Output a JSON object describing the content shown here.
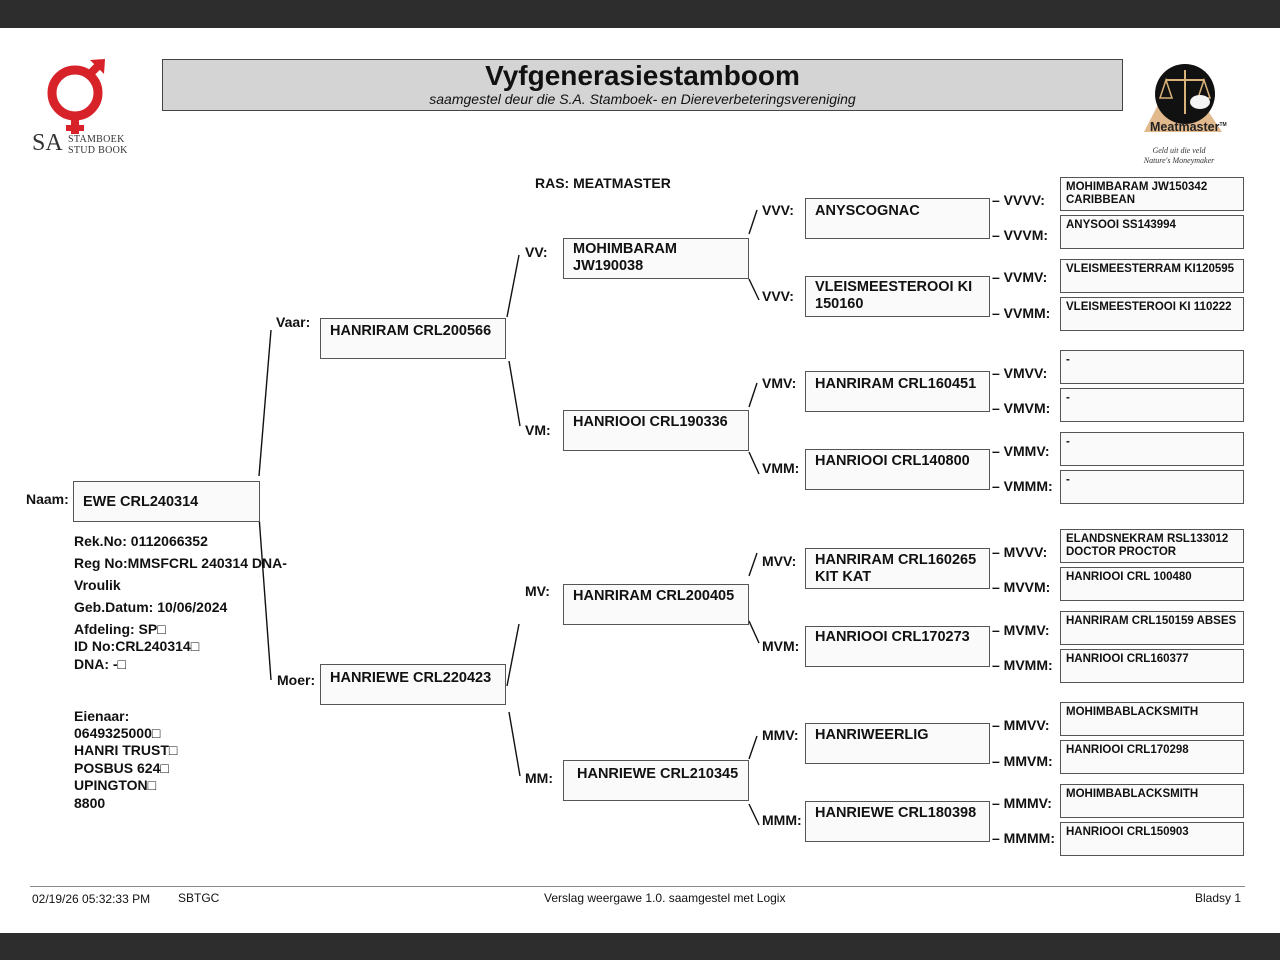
{
  "header": {
    "title": "Vyfgenerasiestamboom",
    "subtitle": "saamgestel deur die S.A. Stamboek- en Diereverbeteringsvereniging",
    "left_logo": {
      "line1_big": "SA",
      "line2": "STAMBOEK",
      "line3": "STUD BOOK"
    },
    "right_logo": {
      "brand": "Meatmaster",
      "tm": "TM",
      "slogan1": "Geld uit die veld",
      "slogan2": "Nature's Moneymaker"
    },
    "breed": "RAS: MEATMASTER"
  },
  "animal": {
    "label": "Naam:",
    "name": "EWE CRL240314",
    "info_lines": [
      "Rek.No: 0112066352",
      "Reg No:MMSFCRL 240314 DNA-",
      "Vroulik",
      "Geb.Datum: 10/06/2024",
      "Afdeling: SP□",
      "ID No:CRL240314□",
      "DNA: -□"
    ],
    "owner_lines": [
      "Eienaar:",
      "0649325000□",
      "HANRI TRUST□",
      "POSBUS 624□",
      "UPINGTON□",
      "8800"
    ]
  },
  "gen2": [
    {
      "label": "Vaar:",
      "name": "HANRIRAM CRL200566"
    },
    {
      "label": "Moer:",
      "name": "HANRIEWE CRL220423"
    }
  ],
  "gen3": [
    {
      "label": "VV:",
      "name": "MOHIMBARAM JW190038"
    },
    {
      "label": "VM:",
      "name": "HANRIOOI CRL190336"
    },
    {
      "label": "MV:",
      "name": "HANRIRAM CRL200405"
    },
    {
      "label": "MM:",
      "name": "HANRIEWE CRL210345"
    }
  ],
  "gen4": [
    {
      "label": "VVV:",
      "name": "ANYSCOGNAC"
    },
    {
      "label": "VVV:",
      "name": "VLEISMEESTEROOI KI 150160"
    },
    {
      "label": "VMV:",
      "name": "HANRIRAM CRL160451"
    },
    {
      "label": "VMM:",
      "name": "HANRIOOI CRL140800"
    },
    {
      "label": "MVV:",
      "name": "HANRIRAM CRL160265 KIT KAT"
    },
    {
      "label": "MVM:",
      "name": "HANRIOOI CRL170273"
    },
    {
      "label": "MMV:",
      "name": "HANRIWEERLIG"
    },
    {
      "label": "MMM:",
      "name": "HANRIEWE CRL180398"
    }
  ],
  "gen5": [
    {
      "label": "– VVVV:",
      "name": "MOHIMBARAM JW150342 CARIBBEAN"
    },
    {
      "label": "– VVVM:",
      "name": "ANYSOOI SS143994"
    },
    {
      "label": "– VVMV:",
      "name": "VLEISMEESTERRAM KI120595"
    },
    {
      "label": "– VVMM:",
      "name": "VLEISMEESTEROOI KI 110222"
    },
    {
      "label": "– VMVV:",
      "name": "-"
    },
    {
      "label": "– VMVM:",
      "name": "-"
    },
    {
      "label": "– VMMV:",
      "name": "-"
    },
    {
      "label": "– VMMM:",
      "name": "-"
    },
    {
      "label": "– MVVV:",
      "name": "ELANDSNEKRAM RSL133012 DOCTOR PROCTOR"
    },
    {
      "label": "– MVVM:",
      "name": "HANRIOOI CRL 100480"
    },
    {
      "label": "– MVMV:",
      "name": "HANRIRAM CRL150159 ABSES"
    },
    {
      "label": "– MVMM:",
      "name": "HANRIOOI CRL160377"
    },
    {
      "label": "– MMVV:",
      "name": "MOHIMBABLACKSMITH"
    },
    {
      "label": "– MMVM:",
      "name": "HANRIOOI CRL170298"
    },
    {
      "label": "– MMMV:",
      "name": "MOHIMBABLACKSMITH"
    },
    {
      "label": "– MMMM:",
      "name": "HANRIOOI CRL150903"
    }
  ],
  "footer": {
    "datetime": "02/19/26 05:32:33 PM",
    "code": "SBTGC",
    "report": "Verslag weergawe 1.0. saamgestel met Logix",
    "page": "Bladsy 1"
  },
  "colors": {
    "logo_red": "#d8222a",
    "title_bg": "#d4d4d4",
    "box_bg": "#fafafa"
  }
}
